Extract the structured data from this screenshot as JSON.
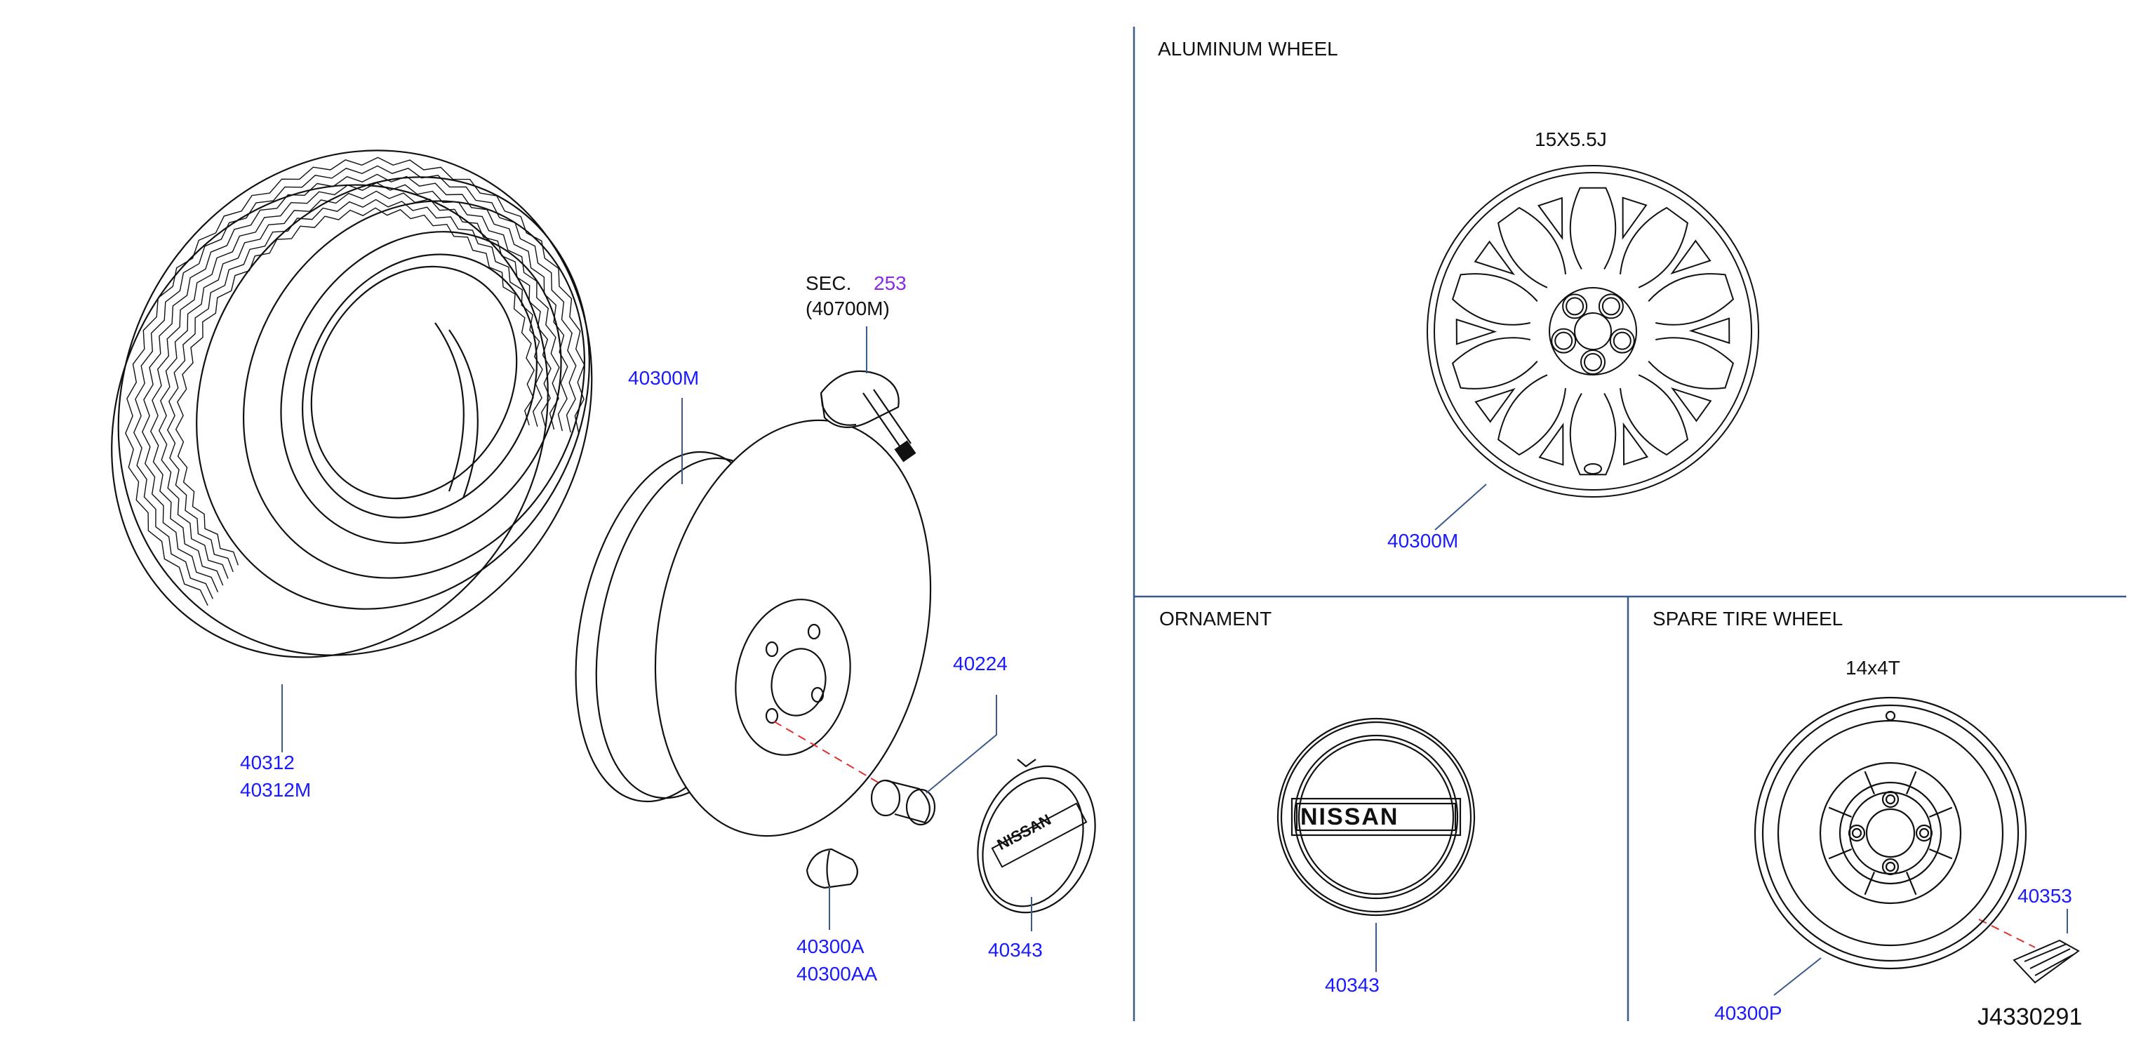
{
  "sections": {
    "aluminum_wheel": "ALUMINUM   WHEEL",
    "ornament": "ORNAMENT",
    "spare_tire_wheel": "SPARE   TIRE   WHEEL"
  },
  "sizes": {
    "aluminum": "15X5.5J",
    "spare": "14x4T"
  },
  "callouts": {
    "tire": "40312",
    "tire_alt": "40312M",
    "steel_wheel": "40300M",
    "sensor_sec": "SEC.",
    "sensor_sec_num": "253",
    "sensor_part": "(40700M)",
    "nut": "40224",
    "balance_weight": "40300A",
    "balance_weight_alt": "40300AA",
    "cap": "40343",
    "alloy_wheel": "40300M",
    "ornament_part": "40343",
    "spare_wheel": "40300P",
    "spare_label": "40353"
  },
  "emblem_text": "NISSAN",
  "diagram_id": "J4330291",
  "colors": {
    "line": "#111111",
    "callout": "#1a1aff",
    "section_ref": "#8a2be2",
    "divider": "#3a5a8c",
    "dash": "#e03030"
  }
}
